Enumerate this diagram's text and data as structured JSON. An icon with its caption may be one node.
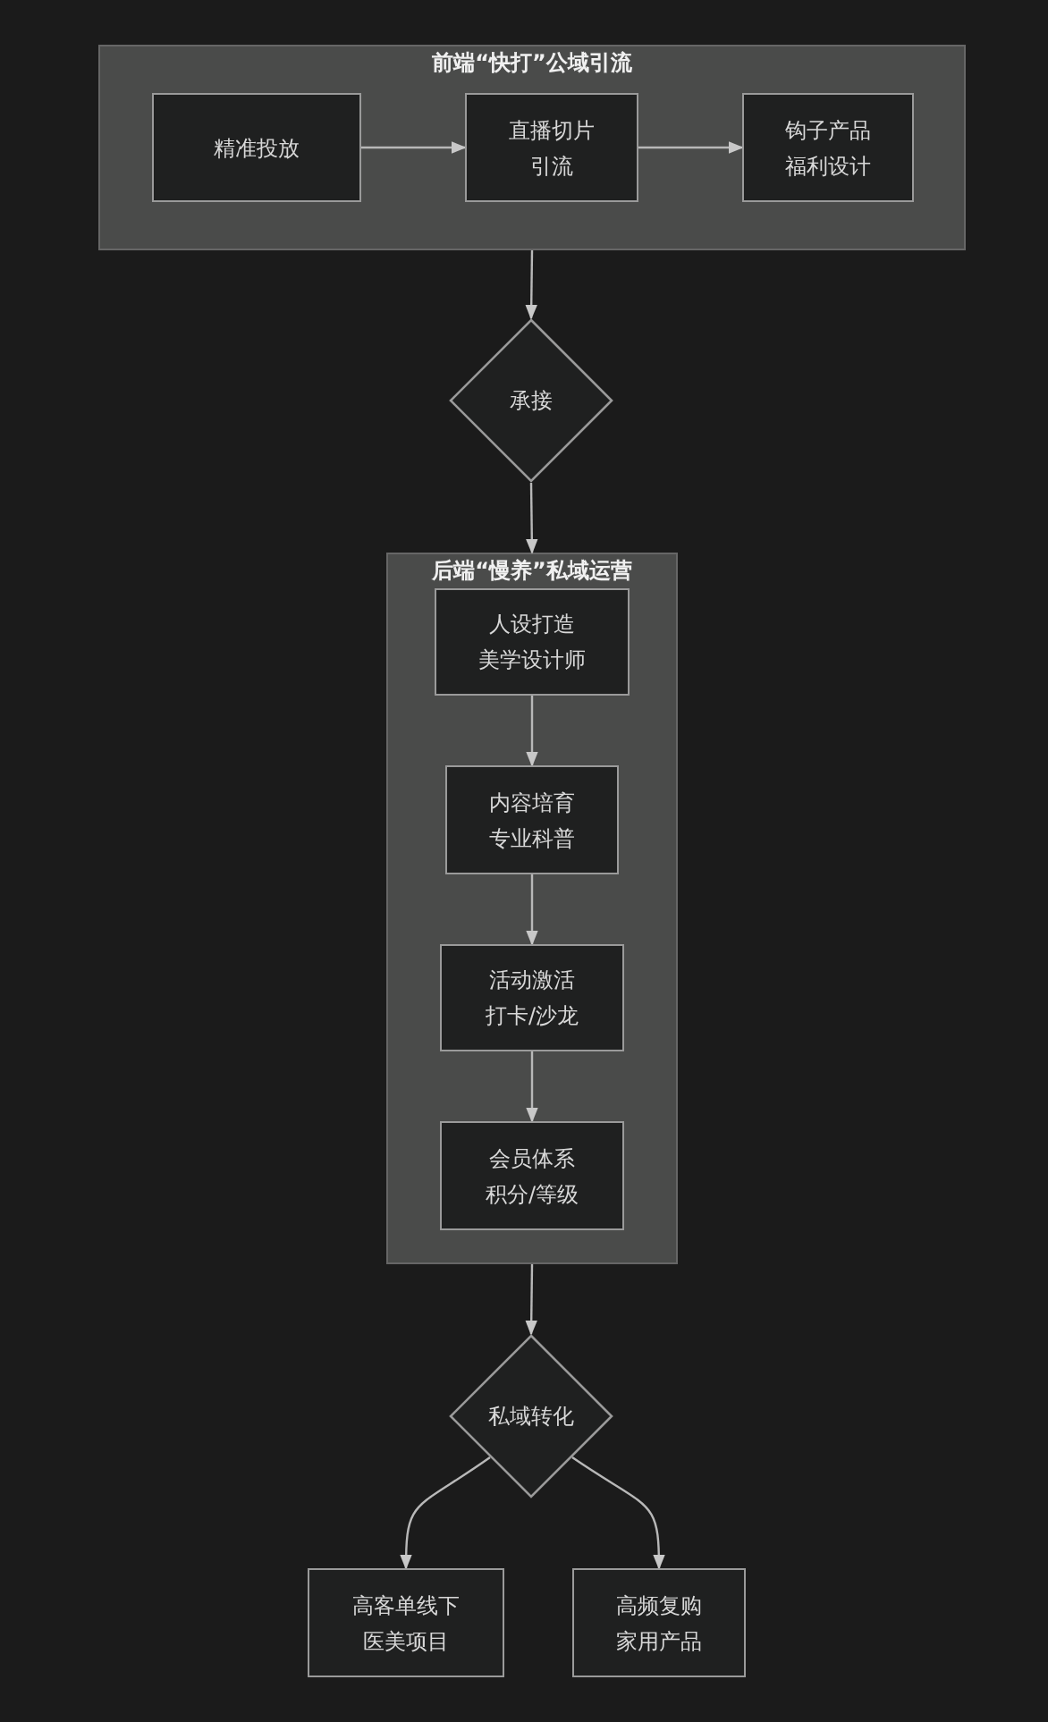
{
  "diagram": {
    "nodes": [
      {
        "text": [
          "前端“快打”公域引流"
        ]
      },
      {
        "text": [
          "精准投放"
        ],
        "in": 0
      },
      {
        "text": [
          "直播切片",
          "引流"
        ],
        "in": 0
      },
      {
        "text": [
          "钩子产品",
          "福利设计"
        ],
        "in": 0
      },
      {
        "text": [
          "承接"
        ]
      },
      {
        "text": [
          "后端“慢养”私域运营"
        ]
      },
      {
        "text": [
          "人设打造",
          "美学设计师"
        ],
        "in": 5
      },
      {
        "text": [
          "内容培育",
          "专业科普"
        ],
        "in": 5
      },
      {
        "text": [
          "活动激活",
          "打卡/沙龙"
        ],
        "in": 5
      },
      {
        "text": [
          "会员体系",
          "积分/等级"
        ],
        "in": 5
      },
      {
        "text": [
          "私域转化"
        ]
      },
      {
        "text": [
          "高客单线下",
          "医美项目"
        ]
      },
      {
        "text": [
          "高频复购",
          "家用产品"
        ]
      }
    ],
    "edges": [
      {
        "from": 1,
        "to": 2,
        "arrow": "to"
      },
      {
        "from": 2,
        "to": 3,
        "arrow": "to"
      },
      {
        "from": 0,
        "to": 4,
        "arrow": "to"
      },
      {
        "from": 4,
        "to": 5,
        "arrow": "to"
      },
      {
        "from": 6,
        "to": 7,
        "arrow": "to"
      },
      {
        "from": 7,
        "to": 8,
        "arrow": "to"
      },
      {
        "from": 8,
        "to": 9,
        "arrow": "to"
      },
      {
        "from": 5,
        "to": 10,
        "arrow": "to"
      },
      {
        "from": 10,
        "to": 11,
        "arrow": "to"
      },
      {
        "from": 10,
        "to": 12,
        "arrow": "to"
      }
    ]
  }
}
